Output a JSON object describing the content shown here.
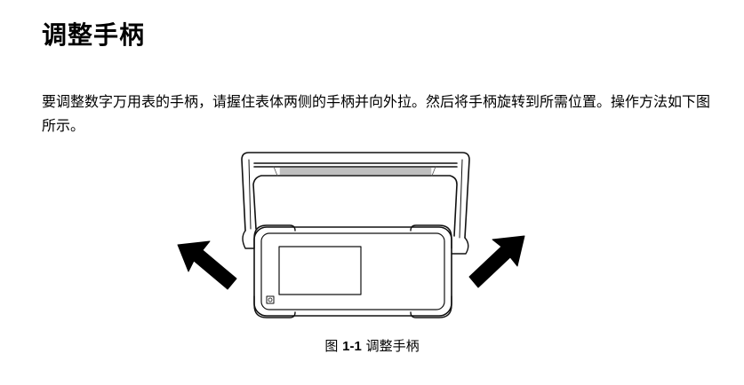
{
  "section": {
    "title": "调整手柄"
  },
  "body": {
    "paragraph": "要调整数字万用表的手柄，请握住表体两侧的手柄并向外拉。然后将手柄旋转到所需位置。操作方法如下图所示。"
  },
  "figure": {
    "caption_prefix": "图",
    "caption_number": "1-1",
    "caption_text": "调整手柄",
    "illustration": "multimeter-handle-adjustment"
  }
}
